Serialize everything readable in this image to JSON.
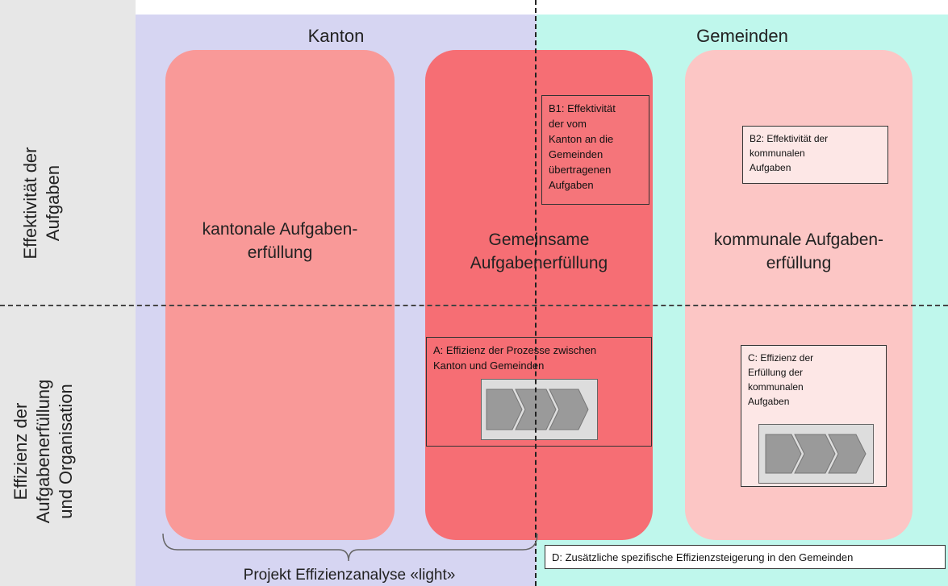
{
  "header": {
    "kanton": "Kanton",
    "gemeinden": "Gemeinden"
  },
  "row_labels": {
    "effektivitaet": [
      "Effektivität der",
      "Aufgaben"
    ],
    "effizienz": [
      "Effizienz der",
      "Aufgabenerfüllung",
      "und Organisation"
    ]
  },
  "columns": {
    "left": [
      "kantonale Aufgaben-",
      "erfüllung"
    ],
    "mid": [
      "Gemeinsame",
      "Aufgabenerfüllung"
    ],
    "right": [
      "kommunale Aufgaben-",
      "erfüllung"
    ]
  },
  "boxes": {
    "b1": [
      "B1: Effektivität",
      "der vom",
      "Kanton an die",
      "Gemeinden",
      "übertragenen",
      "Aufgaben"
    ],
    "b2": [
      "B2: Effektivität der",
      "kommunalen",
      "Aufgaben"
    ],
    "a": [
      "A: Effizienz der Prozesse zwischen",
      "Kanton und Gemeinden"
    ],
    "c": [
      "C: Effizienz der",
      "Erfüllung der",
      "kommunalen",
      "Aufgaben"
    ],
    "d": "D: Zusätzliche spezifische Effizienzsteigerung in den Gemeinden"
  },
  "footer": {
    "project": "Projekt Effizienzanalyse «light»"
  },
  "colors": {
    "kanton_bg": "#d6d5f2",
    "gemeinden_bg": "#bff7ec",
    "col_left": "#f99998",
    "col_mid": "#f66e74",
    "col_right": "#fcc6c5"
  }
}
